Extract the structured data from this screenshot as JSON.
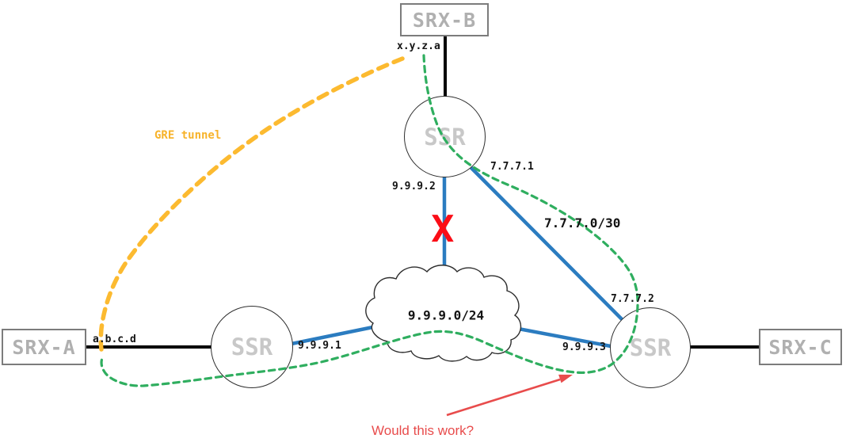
{
  "nodes": {
    "srx_a": {
      "label": "SRX-A"
    },
    "srx_b": {
      "label": "SRX-B"
    },
    "srx_c": {
      "label": "SRX-C"
    },
    "ssr_top": {
      "label": "SSR"
    },
    "ssr_left": {
      "label": "SSR"
    },
    "ssr_right": {
      "label": "SSR"
    },
    "cloud": {
      "label": "9.9.9.0/24"
    }
  },
  "interface_labels": {
    "xyza": "x.y.z.a",
    "abcd": "a.b.c.d",
    "ip_9_9_9_1": "9.9.9.1",
    "ip_9_9_9_2": "9.9.9.2",
    "ip_9_9_9_3": "9.9.9.3",
    "ip_7_7_7_1": "7.7.7.1",
    "ip_7_7_7_2": "7.7.7.2",
    "subnet_7_7_7_0_30": "7.7.7.0/30"
  },
  "annotations": {
    "gre_tunnel": "GRE tunnel",
    "link_down_x": "X",
    "question": "Would this work?"
  },
  "colors": {
    "link_blue": "#2b7cc0",
    "tunnel_yellow": "#fcba30",
    "path_green": "#2fae5f",
    "alert_red": "#fb0d17",
    "annotation_red": "#e84c4c",
    "node_border_gray": "#7c7c7c",
    "node_text_gray": "#b0b0b0"
  }
}
